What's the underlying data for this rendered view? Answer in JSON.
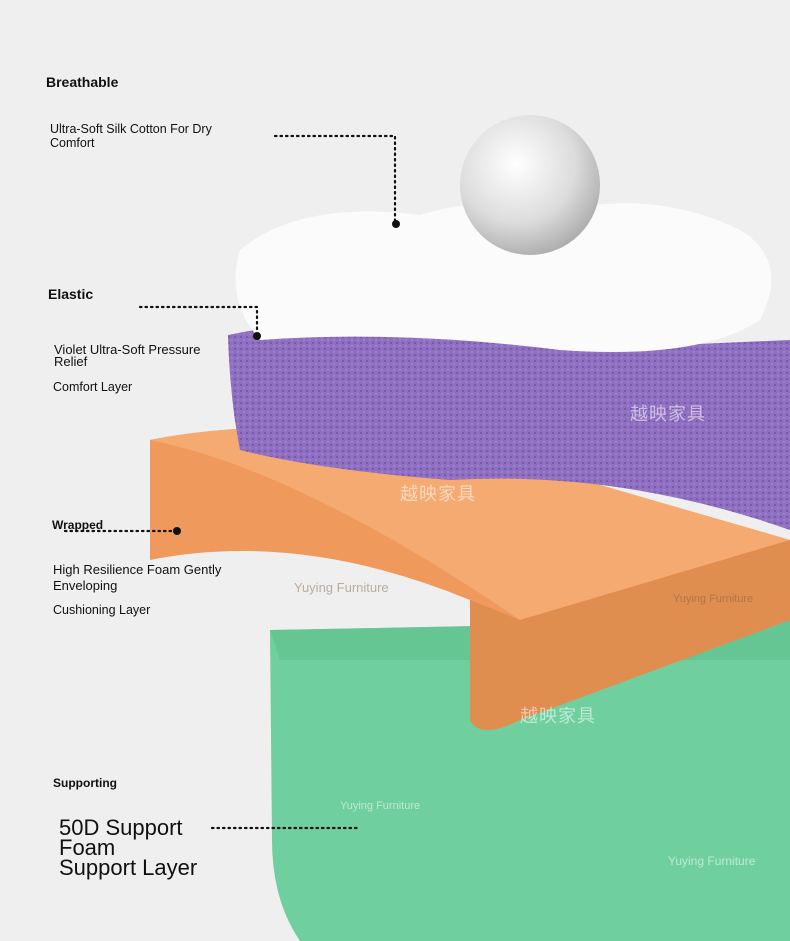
{
  "layers": [
    {
      "heading": "Breathable",
      "description": "Ultra-Soft Silk Cotton For Dry Comfort",
      "color": "#ffffff"
    },
    {
      "heading": "Elastic",
      "description": "Violet Ultra-Soft Pressure Relief",
      "layer_name": "Comfort Layer",
      "color": "#8e6fc1"
    },
    {
      "heading": "Wrapped",
      "description": "High Resilience Foam Gently Enveloping",
      "layer_name": "Cushioning Layer",
      "color": "#ef9a5c"
    },
    {
      "heading": "Supporting",
      "description": "50D Support Foam",
      "layer_name": "Support Layer",
      "color": "#6fcf9e"
    }
  ],
  "watermarks": {
    "cn": "越映家具",
    "en": "Yuying Furniture"
  }
}
